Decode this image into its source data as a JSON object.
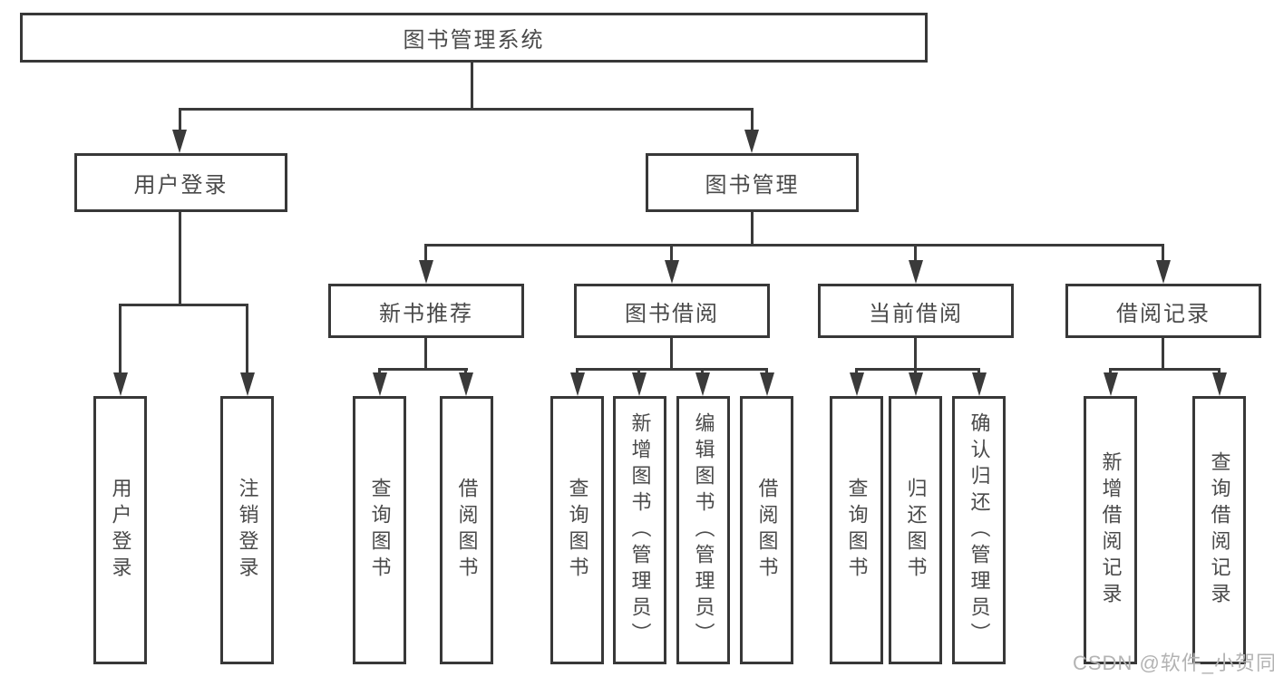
{
  "diagram": {
    "type": "hierarchy-tree",
    "title": "图书管理系统",
    "watermark": "CSDN @软件_小贺同学",
    "colors": {
      "line": "#3a3a3a",
      "border": "#383838",
      "text": "#4a4a4a",
      "background": "#ffffff",
      "watermark": "#b3b3b3"
    },
    "nodes": {
      "root": {
        "label": "图书管理系统",
        "children": [
          "user_login",
          "book_mgmt"
        ]
      },
      "user_login": {
        "label": "用户登录",
        "children": [
          "user_login_leaf",
          "logout_leaf"
        ]
      },
      "book_mgmt": {
        "label": "图书管理",
        "children": [
          "new_book_rec",
          "book_borrow",
          "current_borrow",
          "borrow_records"
        ]
      },
      "new_book_rec": {
        "label": "新书推荐",
        "children": [
          "nb_query_books",
          "nb_borrow_books"
        ]
      },
      "book_borrow": {
        "label": "图书借阅",
        "children": [
          "bb_query_books",
          "bb_add_book",
          "bb_edit_book",
          "bb_borrow_books"
        ]
      },
      "current_borrow": {
        "label": "当前借阅",
        "children": [
          "cb_query_books",
          "cb_return_book",
          "cb_confirm_return"
        ]
      },
      "borrow_records": {
        "label": "借阅记录",
        "children": [
          "br_add_record",
          "br_query_record"
        ]
      },
      "user_login_leaf": {
        "label": "用户登录"
      },
      "logout_leaf": {
        "label": "注销登录"
      },
      "nb_query_books": {
        "label": "查询图书"
      },
      "nb_borrow_books": {
        "label": "借阅图书"
      },
      "bb_query_books": {
        "label": "查询图书"
      },
      "bb_add_book": {
        "label": "新增图书（管理员）"
      },
      "bb_edit_book": {
        "label": "编辑图书（管理员）"
      },
      "bb_borrow_books": {
        "label": "借阅图书"
      },
      "cb_query_books": {
        "label": "查询图书"
      },
      "cb_return_book": {
        "label": "归还图书"
      },
      "cb_confirm_return": {
        "label": "确认归还（管理员）"
      },
      "br_add_record": {
        "label": "新增借阅记录"
      },
      "br_query_record": {
        "label": "查询借阅记录"
      }
    }
  }
}
